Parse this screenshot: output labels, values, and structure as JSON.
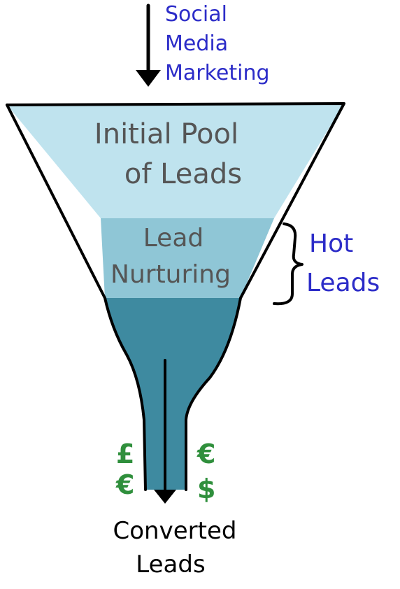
{
  "input_label": [
    "Social",
    "Media",
    "Marketing"
  ],
  "top_section": [
    "Initial Pool",
    "of Leads"
  ],
  "middle_section": [
    "Lead",
    "Nurturing"
  ],
  "side_label": [
    "Hot",
    "Leads"
  ],
  "currency_symbols": [
    "£",
    "€",
    "€",
    "$"
  ],
  "output_label": [
    "Converted",
    "Leads"
  ],
  "colors": {
    "top": "#bfe3ee",
    "middle": "#8fc6d6",
    "bottom": "#3e8aa0",
    "outline": "#000000",
    "body_text": "#555555",
    "blue_text": "#2c2cc8",
    "green_text": "#2f8f3c"
  }
}
